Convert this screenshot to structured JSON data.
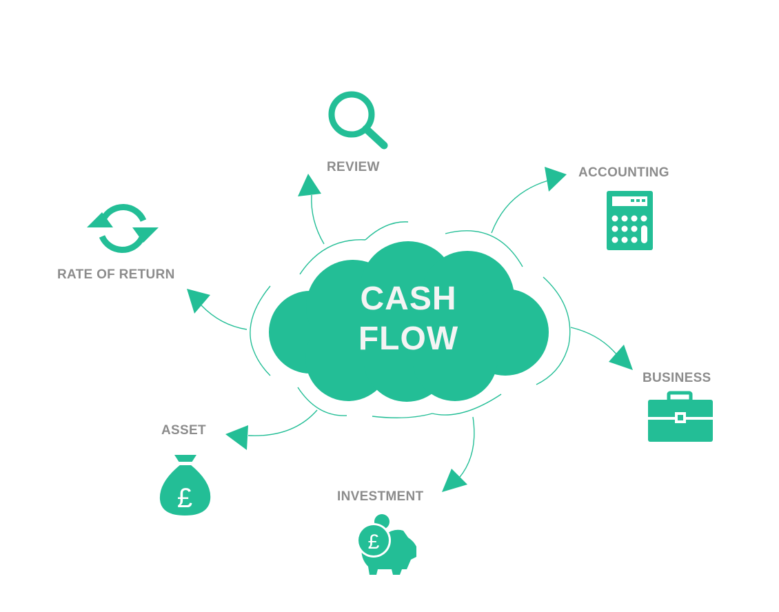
{
  "title_line1": "CASH",
  "title_line2": "FLOW",
  "nodes": {
    "review": "REVIEW",
    "accounting": "ACCOUNTING",
    "rate_of_return": "RATE OF RETURN",
    "business": "BUSINESS",
    "asset": "ASSET",
    "investment": "INVESTMENT"
  },
  "currency_symbol": "£",
  "colors": {
    "accent": "#23be96",
    "label": "#8c8c8c"
  }
}
